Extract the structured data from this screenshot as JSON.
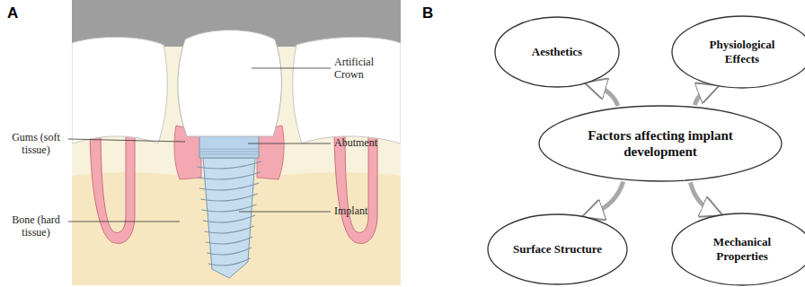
{
  "diagram": {
    "nodes": [
      {
        "text": [
          "Aesthetics"
        ]
      },
      {
        "text": [
          "Physiological Effects"
        ]
      },
      {
        "text": [
          "Factors affecting implant development"
        ]
      },
      {
        "text": [
          "Surface Structure"
        ]
      },
      {
        "text": [
          "Mechanical Properties"
        ]
      }
    ],
    "edges": [
      {
        "from": 2,
        "to": 0,
        "arrow": "to"
      },
      {
        "from": 2,
        "to": 1,
        "arrow": "to"
      },
      {
        "from": 2,
        "to": 3,
        "arrow": "to"
      },
      {
        "from": 2,
        "to": 4,
        "arrow": "to"
      }
    ],
    "labels": [
      "A",
      "B",
      "Artificial Crown",
      "Gums (soft tissue)",
      "Abutment",
      "Implant",
      "Bone (hard tissue)"
    ]
  }
}
